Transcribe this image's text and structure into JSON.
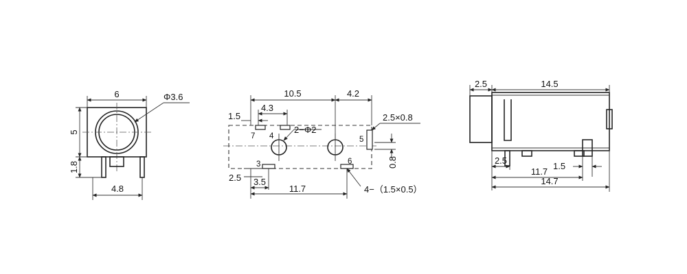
{
  "front_view": {
    "width": "6",
    "height": "5",
    "hole_dia": "Φ3.6",
    "pin_height": "1.8",
    "pin_span": "4.8"
  },
  "bottom_view": {
    "len_a": "10.5",
    "len_b": "4.2",
    "pitch_a": "4.3",
    "offset_a": "1.5",
    "pad_top": "2.5×0.8",
    "hole_label": "2−Φ2",
    "pin_4": "4",
    "pin_7": "7",
    "pin_5": "5",
    "pin_3": "3",
    "pin_6": "6",
    "side_dim": "0.8",
    "offset_b": "2.5",
    "pitch_b": "3.5",
    "len_c": "11.7",
    "pad_note": "4−（1.5×0.5）"
  },
  "side_view": {
    "front_len": "2.5",
    "body_len": "14.5",
    "pin_a": "2.5",
    "pin_b": "1.5",
    "len_c": "11.7",
    "len_total": "14.7"
  }
}
